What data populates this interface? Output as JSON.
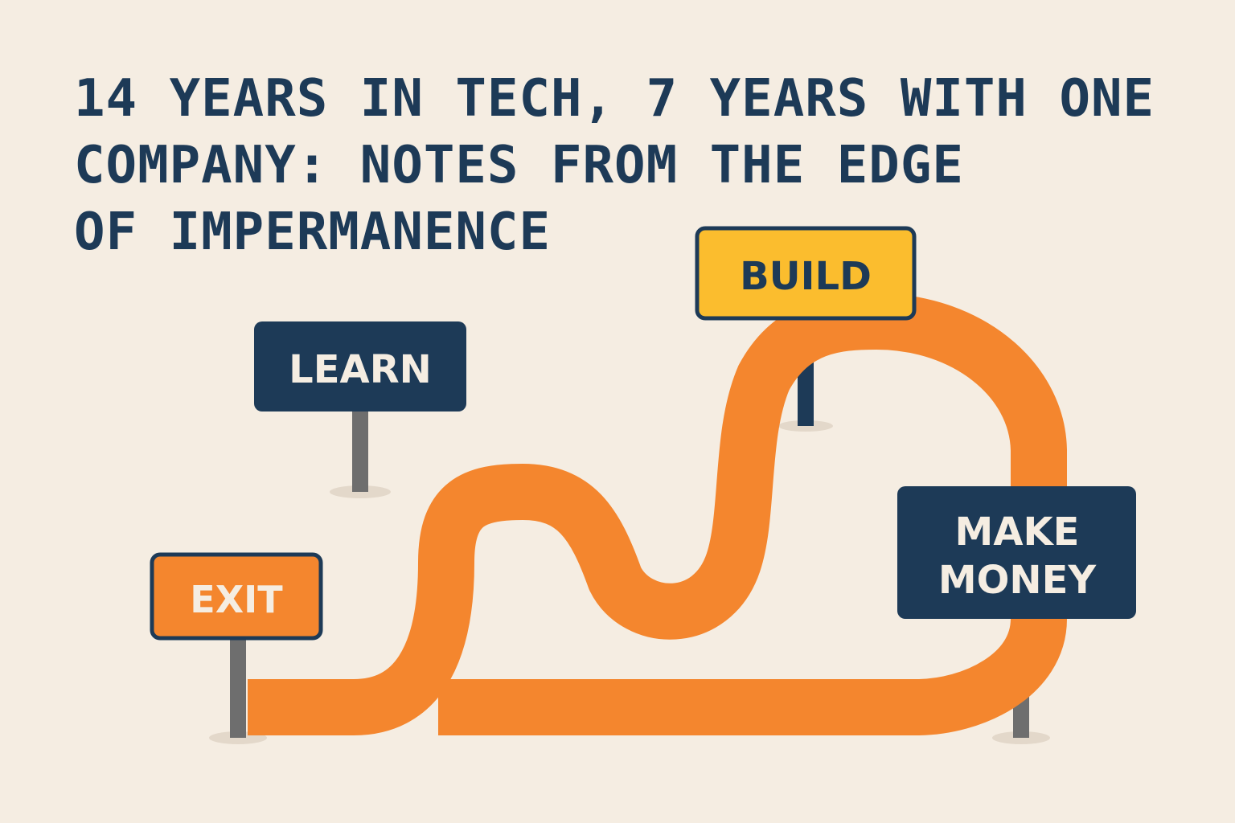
{
  "headline": {
    "line1": "14 YEARS IN TECH, 7 YEARS WITH ONE",
    "line2": "COMPANY: NOTES FROM THE EDGE",
    "line3": "OF IMPERMANENCE"
  },
  "signs": {
    "learn": {
      "label": "LEARN"
    },
    "build": {
      "label": "BUILD"
    },
    "exit": {
      "label": "EXIT"
    },
    "make_money": {
      "line1": "MAKE",
      "line2": "MONEY"
    }
  },
  "colors": {
    "background": "#f5ede2",
    "navy": "#1d3a57",
    "path_orange": "#f4862e",
    "build_yellow": "#fbbd2e",
    "exit_orange": "#f4862e",
    "sign_text_light": "#f5ede2",
    "post_gray": "#6e6e6e"
  }
}
